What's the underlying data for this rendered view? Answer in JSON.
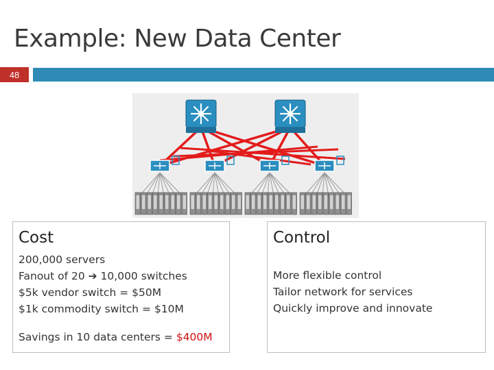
{
  "slide": {
    "title": "Example: New Data Center",
    "number": "48",
    "accent_color": "#2e8bb5",
    "number_bg_color": "#c0302b"
  },
  "diagram": {
    "link_color": "#e31b1b",
    "switch_color": "#2a8ec0",
    "icons": [
      "core-switch-icon",
      "aggregation-switch-icon",
      "server-rack-icon"
    ]
  },
  "cost": {
    "heading": "Cost",
    "lines": [
      "200,000 servers",
      "Fanout of 20 ➔ 10,000 switches",
      "$5k vendor switch = $50M",
      "$1k commodity switch = $10M"
    ],
    "savings_prefix": "Savings in 10 data centers = ",
    "savings_value": "$400M",
    "savings_color": "#d01010"
  },
  "control": {
    "heading": "Control",
    "lines": [
      "More flexible control",
      "Tailor network for services",
      "Quickly improve and innovate"
    ]
  }
}
